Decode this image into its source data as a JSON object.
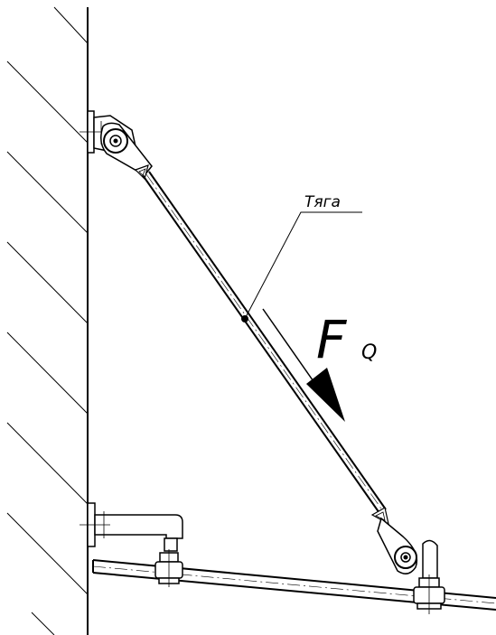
{
  "diagram": {
    "leader_label": "Тяга",
    "force_symbol": "F",
    "force_subscript": "Q"
  }
}
